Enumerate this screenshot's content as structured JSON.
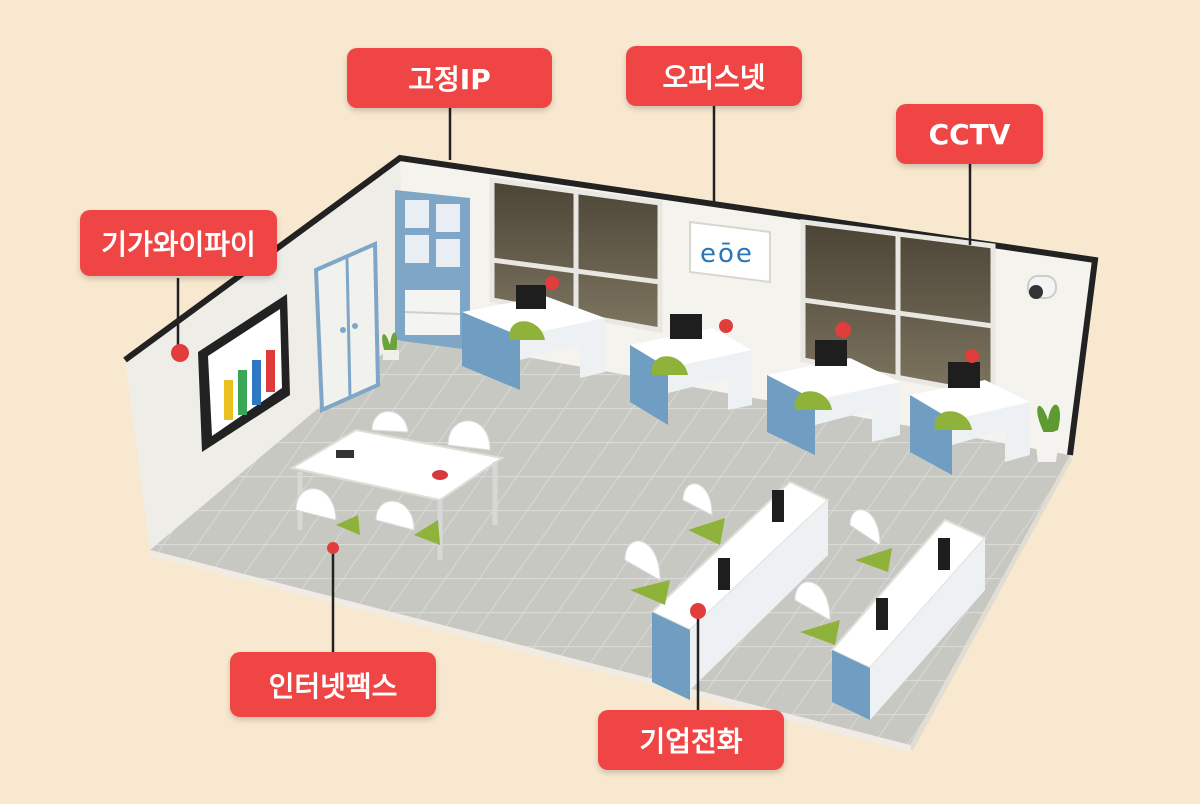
{
  "labels": {
    "static_ip": "고정IP",
    "office_net": "오피스넷",
    "cctv": "CCTV",
    "gigawifi": "기가와이파이",
    "internet_fax": "인터넷팩스",
    "business_phone": "기업전화"
  },
  "wall_logo": "eōe",
  "colors": {
    "accent": "#ef4545",
    "background": "#f8e8cf",
    "desk_blue": "#6f9ec2",
    "chair_green": "#8fb23a",
    "wall": "#f3f1ec",
    "floor": "#c9c9c4"
  },
  "icons": [
    "wifi-marker-icon",
    "cctv-camera-icon",
    "phone-marker-icon",
    "fax-marker-icon"
  ]
}
